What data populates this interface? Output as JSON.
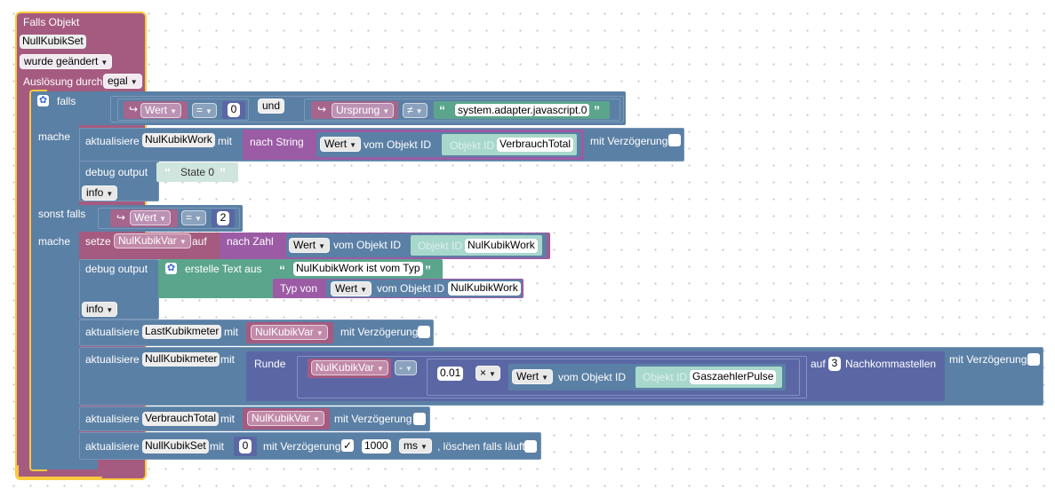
{
  "trigger": {
    "title": "Falls Objekt",
    "object_id": "NullKubikSet",
    "change": "wurde geändert",
    "trigger_label": "Auslösung durch",
    "trigger_value": "egal"
  },
  "if1": {
    "falls": "falls",
    "wert": "Wert",
    "eq_op": "=",
    "num0": "0",
    "und": "und",
    "ursprung": "Ursprung",
    "neq_op": "≠",
    "adapter": "system.adapter.javascript.0",
    "mache": "mache",
    "update": "aktualisiere",
    "target": "NulKubikWork",
    "mit": "mit",
    "to_string": "nach String",
    "wert2": "Wert",
    "from_obj": "vom Objekt ID",
    "obj_id_label": "Objekt ID",
    "obj_id_val": "VerbrauchTotal",
    "delay": "mit Verzögerung",
    "debug": "debug output",
    "debug_text": "State 0",
    "info": "info"
  },
  "elseif": {
    "label": "sonst falls",
    "wert": "Wert",
    "eq_op": "=",
    "num": "2",
    "mache": "mache",
    "setze": "setze",
    "var": "NulKubikVar",
    "auf": "auf",
    "to_number": "nach Zahl",
    "wert2": "Wert",
    "from_obj": "vom Objekt ID",
    "obj_id_label": "Objekt ID",
    "obj_id_val": "NulKubikWork",
    "debug": "debug output",
    "create_text": "erstelle Text aus",
    "text_part": "NulKubikWork ist vom Typ",
    "type_of": "Typ von",
    "wert3": "Wert",
    "from_obj2": "vom Objekt ID",
    "obj_id_val2": "NulKubikWork",
    "info": "info",
    "upd1_label": "aktualisiere",
    "upd1_target": "LastKubikmeter",
    "upd1_mit": "mit",
    "upd1_var": "NulKubikVar",
    "upd1_delay": "mit Verzögerung",
    "upd2_label": "aktualisiere",
    "upd2_target": "NullKubikmeter",
    "upd2_mit": "mit",
    "runde": "Runde",
    "upd2_var": "NulKubikVar",
    "minus": "-",
    "factor": "0.01",
    "times": "×",
    "wert4": "Wert",
    "from_obj3": "vom Objekt ID",
    "obj_id_label3": "Objekt ID",
    "obj_id_val3": "GaszaehlerPulse",
    "decimals": "3",
    "nachkomma": "Nachkommastellen",
    "upd2_delay": "mit Verzögerung",
    "upd3_label": "aktualisiere",
    "upd3_target": "VerbrauchTotal",
    "upd3_mit": "mit",
    "upd3_var": "NulKubikVar",
    "upd3_delay": "mit Verzögerung",
    "upd4_label": "aktualisiere",
    "upd4_target": "NullKubikSet",
    "upd4_mit": "mit",
    "upd4_val": "0",
    "upd4_delay": "mit Verzögerung",
    "upd4_check": "✓",
    "upd4_ms_val": "1000",
    "upd4_ms": "ms",
    "upd4_clear": ", löschen falls läuft"
  },
  "colors": {
    "event": "#a55b80",
    "selected_outline": "#fbc93d",
    "control": "#5b80a5",
    "text": "#5ba58c",
    "variable": "#a55b80",
    "conversion": "#a55ba5",
    "math": "#5b67a5"
  }
}
